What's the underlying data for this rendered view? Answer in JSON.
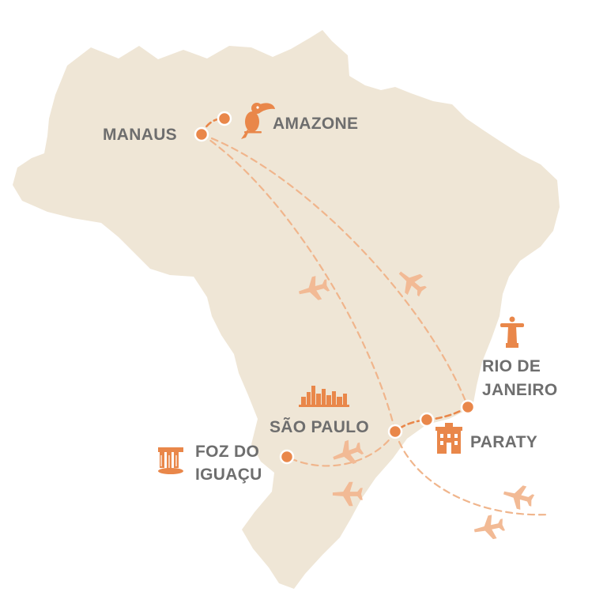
{
  "colors": {
    "land": "#efe6d6",
    "route": "#e9874a",
    "route_light": "#f0b58c",
    "plane": "#f2ba95",
    "label": "#6e6e6e"
  },
  "labels": {
    "manaus": "MANAUS",
    "amazone": "AMAZONE",
    "rio_line1": "RIO DE",
    "rio_line2": "JANEIRO",
    "sao_paulo": "SÃO PAULO",
    "paraty": "PARATY",
    "foz_line1": "FOZ DO",
    "foz_line2": "IGUAÇU"
  },
  "icons": {
    "amazone": "toucan-icon",
    "rio": "christ-the-redeemer-icon",
    "sao_paulo": "skyline-icon",
    "paraty": "colonial-building-icon",
    "foz": "waterfall-icon",
    "flight": "airplane-icon"
  }
}
